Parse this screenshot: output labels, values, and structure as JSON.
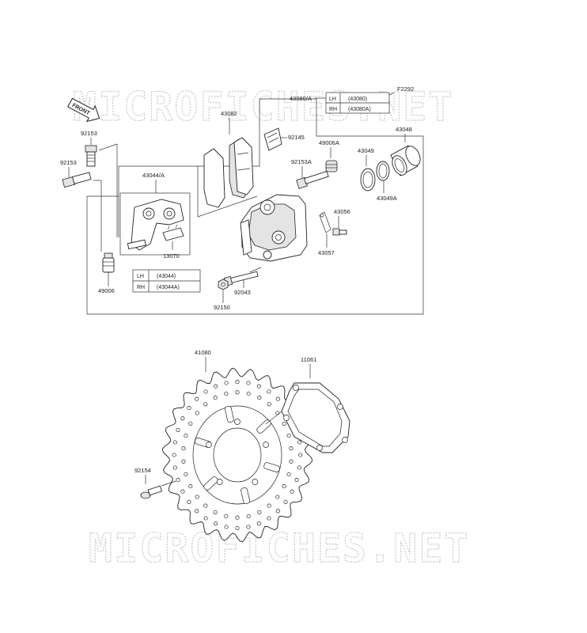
{
  "diagram_code": "F2292",
  "watermark": "MICROFICHES.NET",
  "front_arrow": "FRONT",
  "callouts": {
    "p92153_top": "92153",
    "p92153_left": "92153",
    "p43082": "43082",
    "p92145": "92145",
    "p43080": "43080/A",
    "p49006A": "49006A",
    "p43049": "43049",
    "p43048": "43048",
    "p92153A": "92153A",
    "p43049A": "43049A",
    "p43044": "43044/A",
    "p43056": "43056",
    "p13070": "13070",
    "p43057": "43057",
    "p49006": "49006",
    "p92043": "92043",
    "p92150": "92150",
    "p41080": "41080",
    "p11061": "11061",
    "p92154": "92154"
  },
  "table_caliper": [
    {
      "side": "LH",
      "part": "(43080)"
    },
    {
      "side": "RH",
      "part": "(43080A)"
    }
  ],
  "table_bracket": [
    {
      "side": "LH",
      "part": "(43044)"
    },
    {
      "side": "RH",
      "part": "(43044A)"
    }
  ]
}
